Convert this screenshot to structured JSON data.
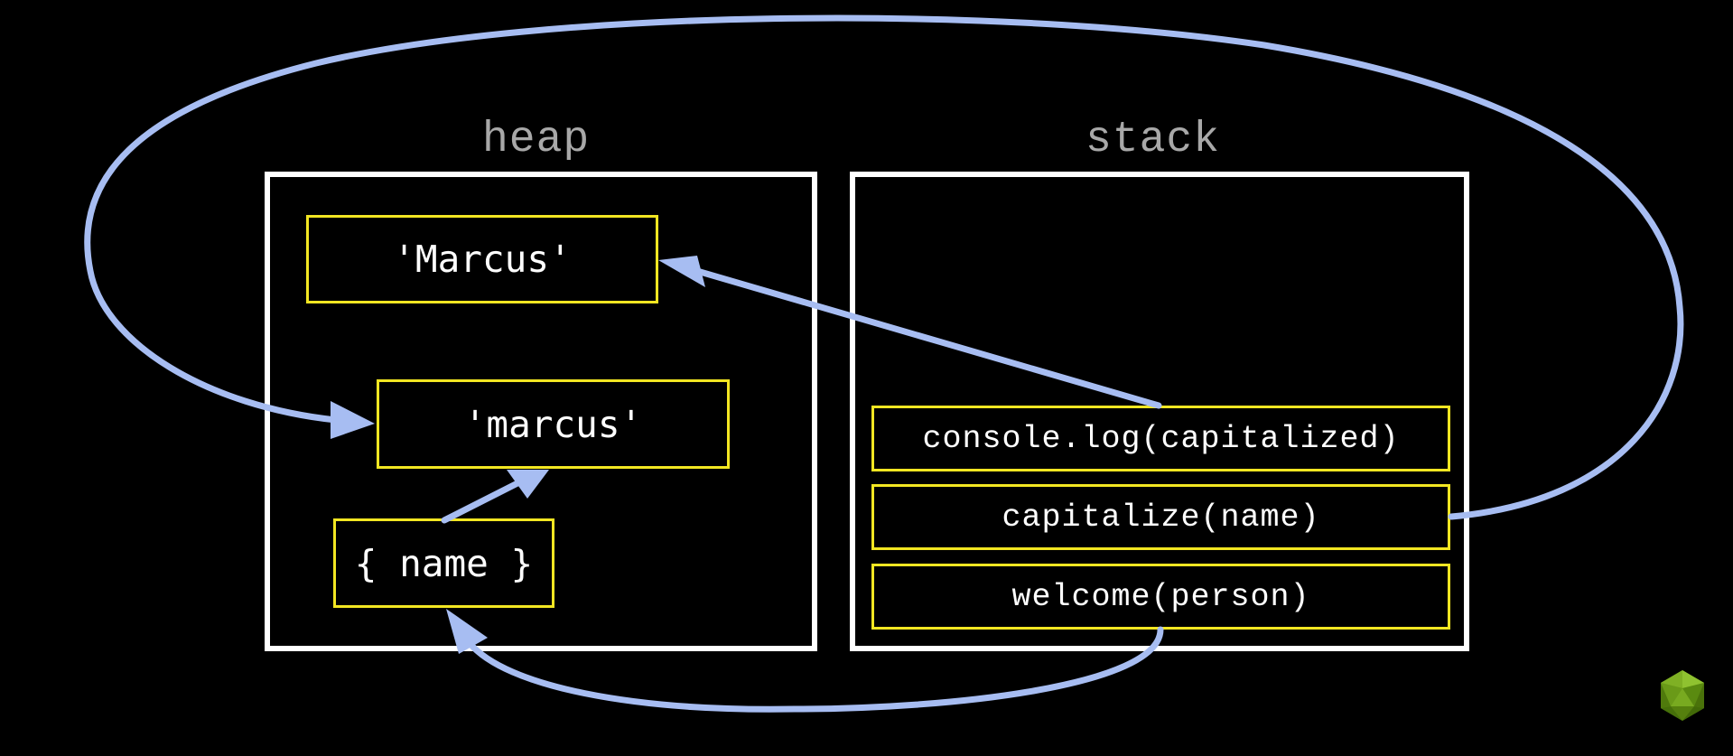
{
  "heap": {
    "title": "heap",
    "items": [
      "'Marcus'",
      "'marcus'",
      "{ name }"
    ]
  },
  "stack": {
    "title": "stack",
    "frames": [
      "console.log(capitalized)",
      "capitalize(name)",
      "welcome(person)"
    ]
  },
  "colors": {
    "background": "#000000",
    "panel_border": "#ffffff",
    "box_border": "#f2e622",
    "arrow": "#a7bdf2",
    "title_text": "#a8a8a8",
    "logo": "#6a9a18"
  },
  "icons": [
    "icosahedron-logo-icon"
  ]
}
